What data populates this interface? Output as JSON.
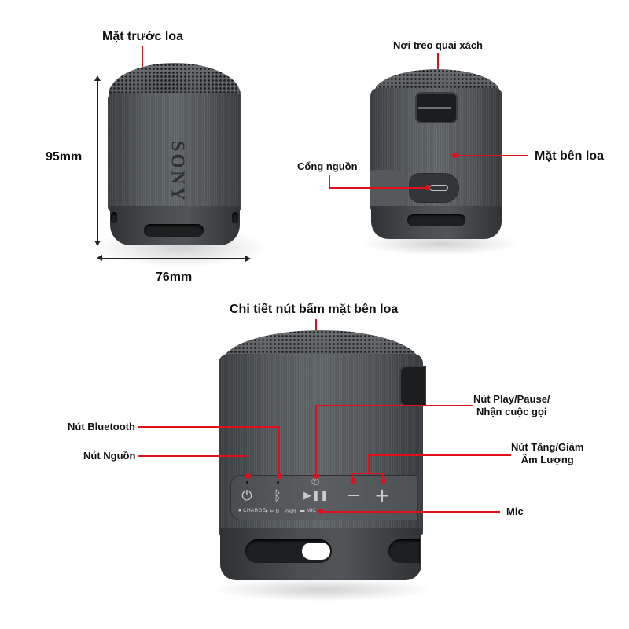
{
  "panels": {
    "front": {
      "title": "Mặt trước loa",
      "height_dim": "95mm",
      "width_dim": "76mm",
      "brand_mark": "SONY"
    },
    "side": {
      "strap_label": "Nơi treo quai xách",
      "side_label": "Mặt bên loa",
      "port_label": "Cổng nguồn"
    },
    "controls": {
      "title": "Chi tiết nút bấm mặt bên loa",
      "bluetooth_label": "Nút Bluetooth",
      "power_label": "Nút Nguồn",
      "play_label_line1": "Nút Play/Pause/",
      "play_label_line2": "Nhận cuộc gọi",
      "volume_label_line1": "Nút Tăng/Giảm",
      "volume_label_line2": "Âm Lượng",
      "mic_label": "Mic",
      "panel_text": {
        "charge": "CHARGE",
        "bt_pair": "BT PAIR",
        "mic": "MIC"
      },
      "icons": {
        "power": "⏻",
        "bluetooth": "ᛒ",
        "call": "✆",
        "play_pause": "▶❚❚",
        "minus": "−",
        "plus": "+"
      }
    }
  },
  "colors": {
    "accent_red": "#e0101a",
    "speaker_body": "#5a5f62",
    "text": "#111111"
  }
}
